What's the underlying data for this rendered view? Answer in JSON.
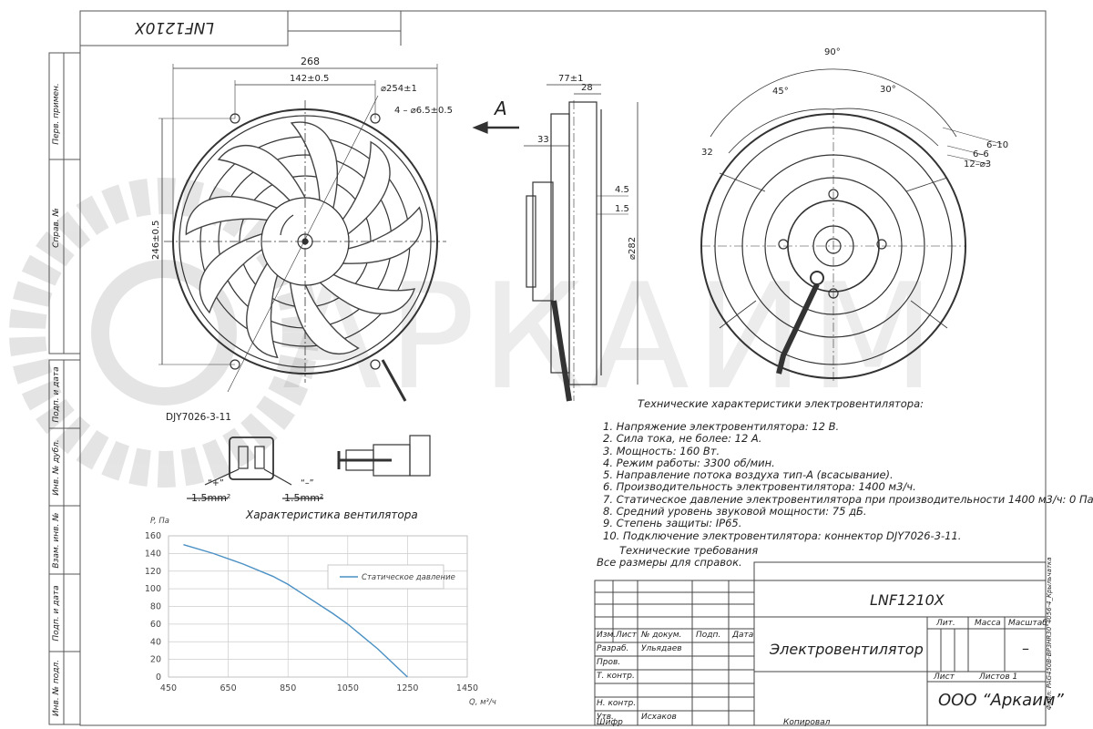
{
  "watermark": "АРКАИМ",
  "title_box": "LNF1210X",
  "side_stamp": [
    "Перв. примен.",
    "Справ. №",
    "Подп. и дата",
    "Инв. № дубл.",
    "Взам. инв. №",
    "Подп. и дата",
    "Инв. № подл."
  ],
  "front_view": {
    "dim_268": "268",
    "dim_142": "142±0.5",
    "dim_254": "⌀254±1",
    "dim_holes": "4 – ⌀6.5±0.5",
    "dim_246": "246±0.5"
  },
  "side_view": {
    "arrow_label": "А",
    "dim_77": "77±1",
    "dim_28": "28",
    "dim_33": "33",
    "dim_45": "4.5",
    "dim_15": "1.5",
    "dim_282": "⌀282"
  },
  "back_view": {
    "dim_90": "90°",
    "dim_45deg": "45°",
    "dim_30deg": "30°",
    "dim_32": "32",
    "dim_6_10": "6–10",
    "dim_6_6": "6–6",
    "dim_12": "12–⌀3"
  },
  "connector": {
    "name": "DJY7026-3-11",
    "plus": "“+”",
    "minus": "“–”",
    "wire_plus": "1.5mm²",
    "wire_minus": "1.5mm²"
  },
  "specs_title": "Технические характеристики электровентилятора:",
  "specs": [
    "1. Напряжение электровентилятора: 12 В.",
    "2. Сила тока, не более: 12 А.",
    "3. Мощность: 160 Вт.",
    "4. Режим работы: 3300 об/мин.",
    "5. Направление потока воздуха тип-А (всасывание).",
    "6. Производительность электровентилятора: 1400 м3/ч.",
    "7. Статическое давление электровентилятора при производительности 1400 м3/ч: 0 Па.",
    "8. Средний уровень звуковой мощности: 75 дБ.",
    "9. Степень защиты: IP65.",
    "10. Подключение электровентилятора: коннектор DJY7026-3-11."
  ],
  "requirements_title": "Технические требования",
  "requirements_text": "Все размеры для справок.",
  "chart_title": "Характеристика вентилятора",
  "chart_data": {
    "type": "line",
    "title": "Характеристика вентилятора",
    "ylabel": "P, Па",
    "xlabel": "Q, м³/ч",
    "x_ticks": [
      450,
      650,
      850,
      1050,
      1250,
      1450
    ],
    "y_ticks": [
      0,
      20,
      40,
      60,
      80,
      100,
      120,
      140,
      160
    ],
    "xlim": [
      450,
      1450
    ],
    "ylim": [
      0,
      160
    ],
    "grid": true,
    "legend_position": "top-right",
    "series": [
      {
        "name": "Статическое давление",
        "color": "#4a90c4",
        "x": [
          500,
          600,
          700,
          800,
          850,
          900,
          1000,
          1050,
          1100,
          1150,
          1200,
          1250
        ],
        "y": [
          150,
          140,
          128,
          114,
          105,
          94,
          72,
          60,
          46,
          32,
          16,
          0
        ]
      }
    ]
  },
  "title_block": {
    "designation": "LNF1210X",
    "name": "Электровентилятор",
    "company": "ООО “Аркаим”",
    "hdr_izm": "Изм.",
    "hdr_list": "Лист",
    "hdr_doc": "№ докум.",
    "hdr_podp": "Подп.",
    "hdr_date": "Дата",
    "razrab_label": "Разраб.",
    "razrab_name": "Ульядаев",
    "prov_label": "Пров.",
    "tkontr_label": "Т. контр.",
    "nkontr_label": "Н. контр.",
    "utv_label": "Утв.",
    "utv_name": "Исхаков",
    "lit": "Лит.",
    "massa": "Масса",
    "masshtab": "Масштаб",
    "masshtab_value": "–",
    "list_label": "Лист",
    "listov_label": "Листов 1",
    "copied": "Копировал",
    "format": "Шифр",
    "file_label": "Файл: PAG450В-ВР3НR30°4056-4_Крыльчатка"
  }
}
